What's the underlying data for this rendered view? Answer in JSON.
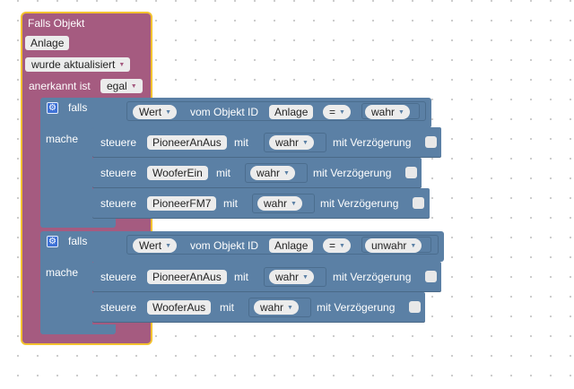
{
  "trigger": {
    "title": "Falls Objekt",
    "object": "Anlage",
    "condition": "wurde aktualisiert",
    "ack_label": "anerkannt ist",
    "ack_value": "egal"
  },
  "if_blocks": [
    {
      "keyword": "falls",
      "do_label": "mache",
      "compare": {
        "value_kind": "Wert",
        "of_object_label": "vom Objekt ID",
        "object": "Anlage",
        "operator": "=",
        "rhs": "wahr"
      },
      "actions": [
        {
          "control": "steuere",
          "object": "PioneerAnAus",
          "with": "mit",
          "value": "wahr",
          "delay": "mit Verzögerung"
        },
        {
          "control": "steuere",
          "object": "WooferEin",
          "with": "mit",
          "value": "wahr",
          "delay": "mit Verzögerung"
        },
        {
          "control": "steuere",
          "object": "PioneerFM7",
          "with": "mit",
          "value": "wahr",
          "delay": "mit Verzögerung"
        }
      ]
    },
    {
      "keyword": "falls",
      "do_label": "mache",
      "compare": {
        "value_kind": "Wert",
        "of_object_label": "vom Objekt ID",
        "object": "Anlage",
        "operator": "=",
        "rhs": "unwahr"
      },
      "actions": [
        {
          "control": "steuere",
          "object": "PioneerAnAus",
          "with": "mit",
          "value": "wahr",
          "delay": "mit Verzögerung"
        },
        {
          "control": "steuere",
          "object": "WooferAus",
          "with": "mit",
          "value": "wahr",
          "delay": "mit Verzögerung"
        }
      ]
    }
  ],
  "colors": {
    "event_block": "#a55b80",
    "selected_outline": "#f3c22f",
    "logic_block": "#5b80a5",
    "gear_icon": "#3f72d6",
    "field": "#ececec"
  },
  "icons": {
    "mutator": "gear-icon",
    "dropdown": "caret-down-icon"
  }
}
